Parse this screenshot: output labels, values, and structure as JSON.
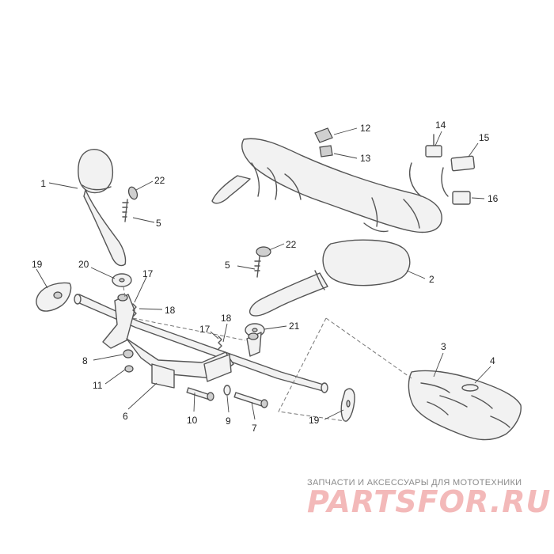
{
  "callouts": [
    {
      "id": "c1",
      "label": "1"
    },
    {
      "id": "c2",
      "label": "2"
    },
    {
      "id": "c3",
      "label": "3"
    },
    {
      "id": "c4",
      "label": "4"
    },
    {
      "id": "c5a",
      "label": "5"
    },
    {
      "id": "c5b",
      "label": "5"
    },
    {
      "id": "c6",
      "label": "6"
    },
    {
      "id": "c7",
      "label": "7"
    },
    {
      "id": "c8",
      "label": "8"
    },
    {
      "id": "c9",
      "label": "9"
    },
    {
      "id": "c10",
      "label": "10"
    },
    {
      "id": "c11",
      "label": "11"
    },
    {
      "id": "c12",
      "label": "12"
    },
    {
      "id": "c13",
      "label": "13"
    },
    {
      "id": "c14",
      "label": "14"
    },
    {
      "id": "c15",
      "label": "15"
    },
    {
      "id": "c16",
      "label": "16"
    },
    {
      "id": "c17a",
      "label": "17"
    },
    {
      "id": "c17b",
      "label": "17"
    },
    {
      "id": "c18a",
      "label": "18"
    },
    {
      "id": "c18b",
      "label": "18"
    },
    {
      "id": "c19a",
      "label": "19"
    },
    {
      "id": "c19b",
      "label": "19"
    },
    {
      "id": "c20",
      "label": "20"
    },
    {
      "id": "c21",
      "label": "21"
    },
    {
      "id": "c22a",
      "label": "22"
    },
    {
      "id": "c22b",
      "label": "22"
    }
  ],
  "watermark": {
    "tagline": "ЗАПЧАСТИ И АКСЕССУАРЫ ДЛЯ МОТОТЕХНИКИ",
    "logo": "PARTSFOR.RU",
    "logo_color": "#f3b9b9"
  }
}
